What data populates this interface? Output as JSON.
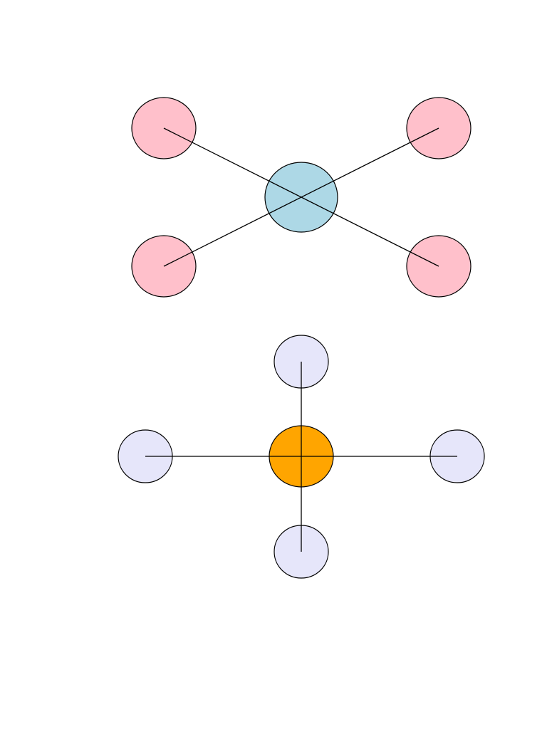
{
  "diagrams": [
    {
      "kind": "hub-and-spoke",
      "arrangement": "diagonal",
      "hub": {
        "color": "#add8e6"
      },
      "leaves": [
        {
          "position": "top-left",
          "color": "#ffc0cb"
        },
        {
          "position": "top-right",
          "color": "#ffc0cb"
        },
        {
          "position": "bottom-left",
          "color": "#ffc0cb"
        },
        {
          "position": "bottom-right",
          "color": "#ffc0cb"
        }
      ],
      "edges": [
        {
          "from": "top-left",
          "to": "bottom-right"
        },
        {
          "from": "top-right",
          "to": "bottom-left"
        }
      ]
    },
    {
      "kind": "hub-and-spoke",
      "arrangement": "cross",
      "hub": {
        "color": "#ffa500"
      },
      "leaves": [
        {
          "position": "top",
          "color": "#e6e6fa"
        },
        {
          "position": "left",
          "color": "#e6e6fa"
        },
        {
          "position": "right",
          "color": "#e6e6fa"
        },
        {
          "position": "bottom",
          "color": "#e6e6fa"
        }
      ],
      "edges": [
        {
          "from": "top",
          "to": "bottom"
        },
        {
          "from": "left",
          "to": "right"
        }
      ]
    }
  ]
}
